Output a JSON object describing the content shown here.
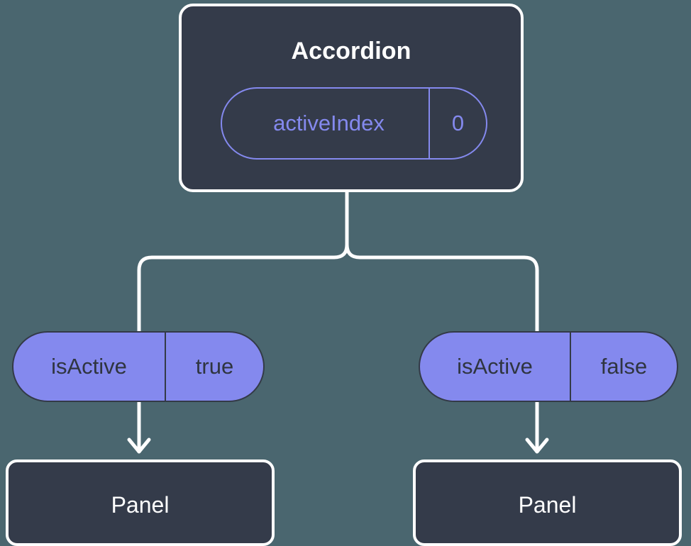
{
  "diagram": {
    "type": "component-tree",
    "background_color": "#4a666f",
    "parent": {
      "title": "Accordion",
      "state": {
        "key": "activeIndex",
        "value": "0",
        "accent_color": "#8489ee"
      },
      "card_color": "#343b4a",
      "border_color": "#ffffff"
    },
    "branches": [
      {
        "prop": {
          "key": "isActive",
          "value": "true"
        },
        "child": {
          "title": "Panel"
        },
        "pill_color": "#8489ee",
        "arrow": "down-arrow-icon"
      },
      {
        "prop": {
          "key": "isActive",
          "value": "false"
        },
        "child": {
          "title": "Panel"
        },
        "pill_color": "#8489ee",
        "arrow": "down-arrow-icon"
      }
    ],
    "connectors": {
      "stroke_color": "#ffffff",
      "style": "rounded-fork"
    }
  }
}
